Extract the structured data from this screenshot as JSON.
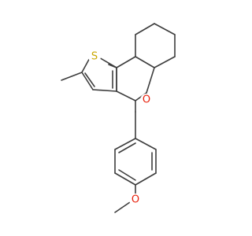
{
  "molecule": {
    "atoms": {
      "sulfur": {
        "symbol": "S",
        "color": "#c9a800"
      },
      "ring_oxygen": {
        "symbol": "O",
        "color": "#e8200c"
      },
      "methoxy_oxygen": {
        "symbol": "O",
        "color": "#e8200c"
      }
    },
    "bond_color": "#3d3d3d",
    "background": "#ffffff"
  }
}
